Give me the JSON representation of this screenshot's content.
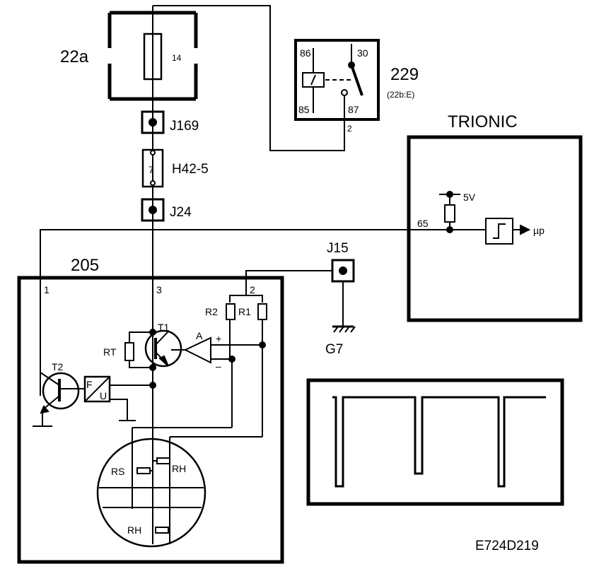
{
  "labels": {
    "fuse_box": "22a",
    "fuse_pin": "14",
    "relay": "229",
    "relay_ref": "(22b:E)",
    "relay_86": "86",
    "relay_30": "30",
    "relay_85": "85",
    "relay_87": "87",
    "relay_out_pin": "2",
    "j169": "J169",
    "connector": "H42-5",
    "connector_pin": "7",
    "j24": "J24",
    "trionic": "TRIONIC",
    "supply_5v": "5V",
    "pin_65": "65",
    "mu_p": "µp",
    "j15": "J15",
    "ground": "G7",
    "sensor": "205",
    "pin_1": "1",
    "pin_3": "3",
    "pin_2": "2",
    "r2": "R2",
    "r1": "R1",
    "t1": "T1",
    "amp": "A",
    "plus": "+",
    "minus": "–",
    "rt": "RT",
    "t2": "T2",
    "f": "F",
    "u": "U",
    "rs": "RS",
    "rh_top": "RH",
    "rh_bottom": "RH",
    "figure_code": "E724D219"
  }
}
